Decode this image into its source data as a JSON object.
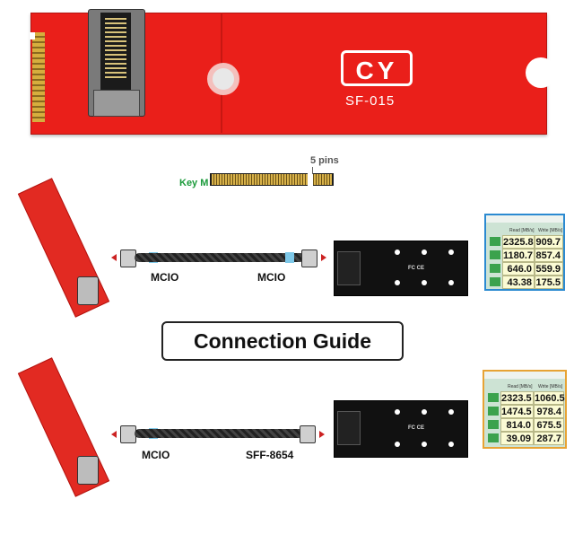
{
  "board": {
    "logo": "CY",
    "model": "SF-015"
  },
  "key_strip": {
    "key_label": "Key M",
    "pins_label": "5 pins"
  },
  "guide": {
    "title": "Connection Guide"
  },
  "row1": {
    "left_label": "MCIO",
    "right_label": "MCIO"
  },
  "row2": {
    "left_label": "MCIO",
    "right_label": "SFF-8654"
  },
  "bench1": {
    "read_head": "Read [MB/s]",
    "write_head": "Write [MB/s]",
    "rows": [
      {
        "read": "2325.8",
        "write": "909.7"
      },
      {
        "read": "1180.7",
        "write": "857.4"
      },
      {
        "read": "646.0",
        "write": "559.9"
      },
      {
        "read": "43.38",
        "write": "175.5"
      }
    ]
  },
  "bench2": {
    "read_head": "Read [MB/s]",
    "write_head": "Write [MB/s]",
    "rows": [
      {
        "read": "2323.5",
        "write": "1060.5"
      },
      {
        "read": "1474.5",
        "write": "978.4"
      },
      {
        "read": "814.0",
        "write": "675.5"
      },
      {
        "read": "39.09",
        "write": "287.7"
      }
    ]
  },
  "colors": {
    "board_red": "#ea1f1a",
    "key_green": "#1a9a3a",
    "bench_border_1": "#2b8ad1",
    "bench_border_2": "#e7a334"
  }
}
